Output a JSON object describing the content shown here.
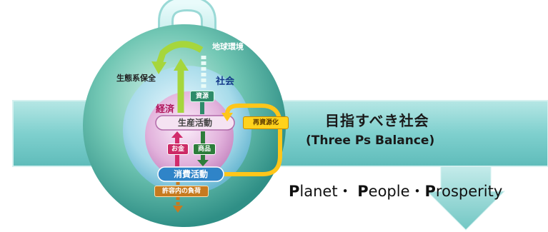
{
  "banner": {
    "title": "目指すべき社会",
    "subtitle": "(Three Ps Balance)"
  },
  "pillars": {
    "p1": "P",
    "r1": "lanet・ ",
    "p2": "P",
    "r2": "eople・",
    "p3": "P",
    "r3": "rosperity"
  },
  "diagram": {
    "global_environment": "地球環境",
    "society": "社会",
    "economy": "経済",
    "biodiversity": "生態系保全",
    "production": "生産活動",
    "consumption": "消費活動",
    "resources": "資源",
    "recycling": "再資源化",
    "money": "お金",
    "goods": "商品",
    "tolerable_load": "許容内の負荷"
  },
  "colors": {
    "banner": "#7fd0ce",
    "banner_border": "#b9e6e4",
    "outer_sphere": "#4fb6a8",
    "society_ring": "#9fd6e6",
    "economy_core": "#e4b7df",
    "green_arrow": "#a6d63c",
    "yellow_arrow": "#ffc61a",
    "down_arrow": "#8cd0cd"
  }
}
